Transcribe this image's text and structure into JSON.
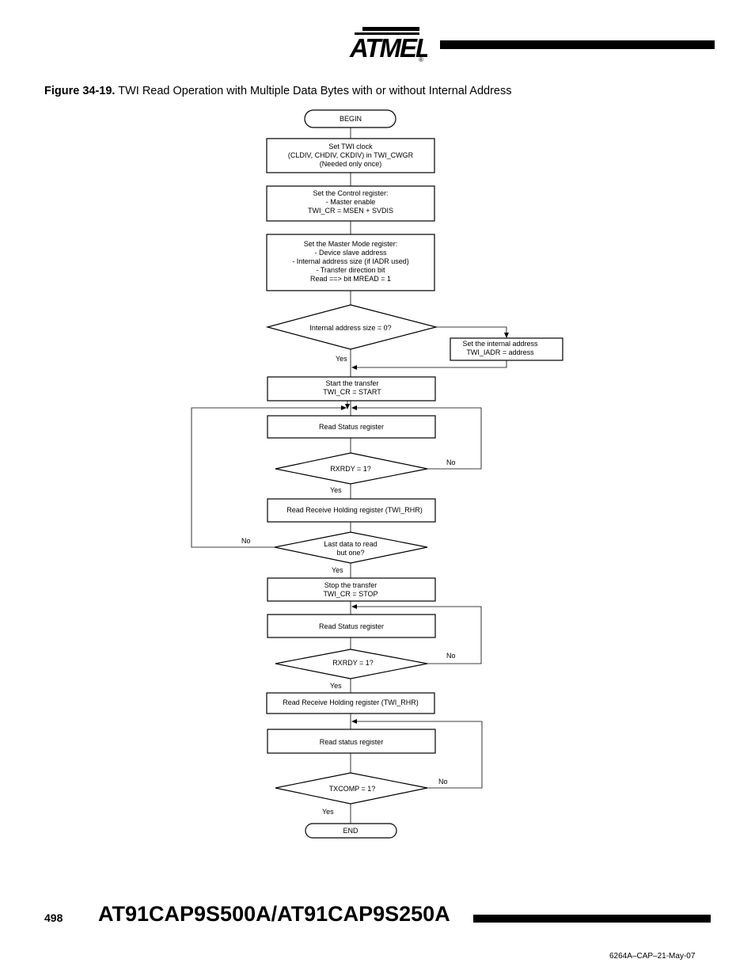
{
  "header": {
    "logo_text": "ATMEL",
    "registered_mark": "®"
  },
  "figure": {
    "number": "Figure 34-19.",
    "title": "TWI Read Operation with Multiple Data Bytes with or without Internal Address"
  },
  "flowchart": {
    "begin": "BEGIN",
    "set_clock": [
      "Set TWI clock",
      "(CLDIV, CHDIV, CKDIV) in TWI_CWGR",
      "(Needed only once)"
    ],
    "set_control": [
      "Set the Control register:",
      "- Master enable",
      "TWI_CR = MSEN + SVDIS"
    ],
    "set_master_mode": [
      "Set the Master Mode register:",
      "- Device slave address",
      "- Internal address size (if IADR used)",
      "- Transfer direction bit",
      "Read ==> bit MREAD = 1"
    ],
    "decision_iadr": "Internal address size = 0?",
    "set_internal_address": [
      "Set the internal address",
      "TWI_IADR = address"
    ],
    "yes": "Yes",
    "no": "No",
    "start_transfer": [
      "Start the transfer",
      "TWI_CR = START"
    ],
    "read_status_1": "Read Status register",
    "rxrdy_1": "RXRDY = 1?",
    "read_rhr_1": "Read Receive Holding register (TWI_RHR)",
    "last_data": [
      "Last data to read",
      "but one?"
    ],
    "stop_transfer": [
      "Stop the transfer",
      "TWI_CR = STOP"
    ],
    "read_status_2": "Read Status register",
    "rxrdy_2": "RXRDY = 1?",
    "read_rhr_2": "Read Receive Holding register (TWI_RHR)",
    "read_status_3": "Read status register",
    "txcomp": "TXCOMP = 1?",
    "end": "END"
  },
  "footer": {
    "page_number": "498",
    "doc_title": "AT91CAP9S500A/AT91CAP9S250A",
    "doc_ref": "6264A–CAP–21-May-07"
  }
}
